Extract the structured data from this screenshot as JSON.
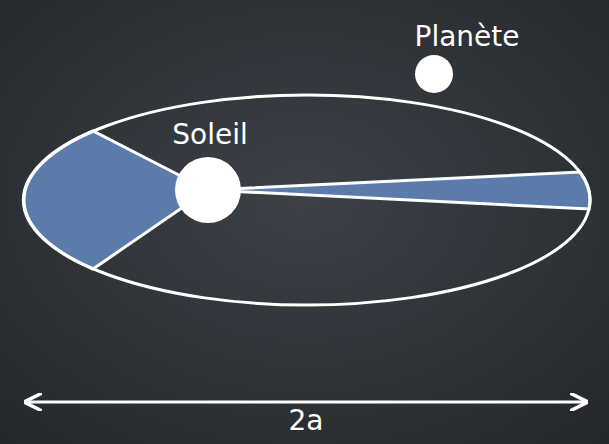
{
  "diagram": {
    "nodes": [
      {
        "text": [
          "Soleil"
        ]
      },
      {
        "text": [
          "Planète"
        ]
      }
    ],
    "labels": [
      "2a"
    ]
  }
}
